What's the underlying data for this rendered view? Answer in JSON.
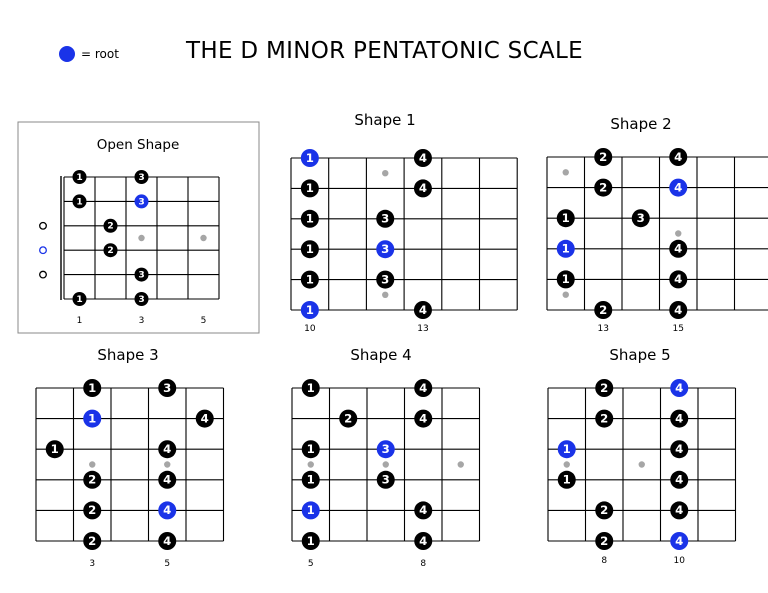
{
  "title": "THE D MINOR PENTATONIC SCALE",
  "legend": {
    "label": "= root",
    "root_color": "#1a33e8"
  },
  "colors": {
    "note": "#000000",
    "root": "#1a33e8",
    "marker": "#a6a6a6",
    "line": "#000000"
  },
  "diagrams": [
    {
      "id": "open-shape",
      "title": "Open Shape",
      "fret_labels": [
        {
          "fret": 1,
          "label": "1"
        },
        {
          "fret": 3,
          "label": "3"
        },
        {
          "fret": 5,
          "label": "5"
        }
      ],
      "open_strings": [
        {
          "string": 3,
          "root": false
        },
        {
          "string": 4,
          "root": true
        },
        {
          "string": 5,
          "root": false
        }
      ],
      "markers": [
        {
          "fret": 3,
          "between": 4
        },
        {
          "fret": 5,
          "between": 4
        }
      ],
      "notes": [
        {
          "string": 1,
          "fret": 1,
          "finger": "1",
          "root": false
        },
        {
          "string": 1,
          "fret": 3,
          "finger": "3",
          "root": false
        },
        {
          "string": 2,
          "fret": 1,
          "finger": "1",
          "root": false
        },
        {
          "string": 2,
          "fret": 3,
          "finger": "3",
          "root": true
        },
        {
          "string": 3,
          "fret": 2,
          "finger": "2",
          "root": false
        },
        {
          "string": 4,
          "fret": 2,
          "finger": "2",
          "root": false
        },
        {
          "string": 5,
          "fret": 3,
          "finger": "3",
          "root": false
        },
        {
          "string": 6,
          "fret": 1,
          "finger": "1",
          "root": false
        },
        {
          "string": 6,
          "fret": 3,
          "finger": "3",
          "root": false
        }
      ]
    },
    {
      "id": "shape-1",
      "title": "Shape 1",
      "fret_labels": [
        {
          "fret": 10,
          "label": "10"
        },
        {
          "fret": 13,
          "label": "13"
        }
      ],
      "open_strings": [],
      "markers": [
        {
          "fret": 12,
          "between": 2
        },
        {
          "fret": 12,
          "between": 6
        }
      ],
      "notes": [
        {
          "string": 1,
          "fret": 10,
          "finger": "1",
          "root": true
        },
        {
          "string": 1,
          "fret": 13,
          "finger": "4",
          "root": false
        },
        {
          "string": 2,
          "fret": 10,
          "finger": "1",
          "root": false
        },
        {
          "string": 2,
          "fret": 13,
          "finger": "4",
          "root": false
        },
        {
          "string": 3,
          "fret": 10,
          "finger": "1",
          "root": false
        },
        {
          "string": 3,
          "fret": 12,
          "finger": "3",
          "root": false
        },
        {
          "string": 4,
          "fret": 10,
          "finger": "1",
          "root": false
        },
        {
          "string": 4,
          "fret": 12,
          "finger": "3",
          "root": true
        },
        {
          "string": 5,
          "fret": 10,
          "finger": "1",
          "root": false
        },
        {
          "string": 5,
          "fret": 12,
          "finger": "3",
          "root": false
        },
        {
          "string": 6,
          "fret": 10,
          "finger": "1",
          "root": true
        },
        {
          "string": 6,
          "fret": 13,
          "finger": "4",
          "root": false
        }
      ]
    },
    {
      "id": "shape-2",
      "title": "Shape 2",
      "fret_labels": [
        {
          "fret": 13,
          "label": "13"
        },
        {
          "fret": 15,
          "label": "15"
        }
      ],
      "open_strings": [],
      "markers": [
        {
          "fret": 12,
          "between": 2
        },
        {
          "fret": 15,
          "between": 4
        },
        {
          "fret": 12,
          "between": 6
        }
      ],
      "notes": [
        {
          "string": 1,
          "fret": 13,
          "finger": "2",
          "root": false
        },
        {
          "string": 1,
          "fret": 15,
          "finger": "4",
          "root": false
        },
        {
          "string": 2,
          "fret": 13,
          "finger": "2",
          "root": false
        },
        {
          "string": 2,
          "fret": 15,
          "finger": "4",
          "root": true
        },
        {
          "string": 3,
          "fret": 12,
          "finger": "1",
          "root": false
        },
        {
          "string": 3,
          "fret": 14,
          "finger": "3",
          "root": false
        },
        {
          "string": 4,
          "fret": 12,
          "finger": "1",
          "root": true
        },
        {
          "string": 4,
          "fret": 15,
          "finger": "4",
          "root": false
        },
        {
          "string": 5,
          "fret": 12,
          "finger": "1",
          "root": false
        },
        {
          "string": 5,
          "fret": 15,
          "finger": "4",
          "root": false
        },
        {
          "string": 6,
          "fret": 13,
          "finger": "2",
          "root": false
        },
        {
          "string": 6,
          "fret": 15,
          "finger": "4",
          "root": false
        }
      ]
    },
    {
      "id": "shape-3",
      "title": "Shape 3",
      "fret_labels": [
        {
          "fret": 3,
          "label": "3"
        },
        {
          "fret": 5,
          "label": "5"
        }
      ],
      "open_strings": [],
      "markers": [
        {
          "fret": 3,
          "between": 4
        },
        {
          "fret": 5,
          "between": 4
        }
      ],
      "notes": [
        {
          "string": 1,
          "fret": 3,
          "finger": "1",
          "root": false
        },
        {
          "string": 1,
          "fret": 5,
          "finger": "3",
          "root": false
        },
        {
          "string": 2,
          "fret": 3,
          "finger": "1",
          "root": true
        },
        {
          "string": 2,
          "fret": 6,
          "finger": "4",
          "root": false
        },
        {
          "string": 3,
          "fret": 2,
          "finger": "1",
          "root": false
        },
        {
          "string": 3,
          "fret": 5,
          "finger": "4",
          "root": false
        },
        {
          "string": 4,
          "fret": 3,
          "finger": "2",
          "root": false
        },
        {
          "string": 4,
          "fret": 5,
          "finger": "4",
          "root": false
        },
        {
          "string": 5,
          "fret": 3,
          "finger": "2",
          "root": false
        },
        {
          "string": 5,
          "fret": 5,
          "finger": "4",
          "root": true
        },
        {
          "string": 6,
          "fret": 3,
          "finger": "2",
          "root": false
        },
        {
          "string": 6,
          "fret": 5,
          "finger": "4",
          "root": false
        }
      ]
    },
    {
      "id": "shape-4",
      "title": "Shape 4",
      "fret_labels": [
        {
          "fret": 5,
          "label": "5"
        },
        {
          "fret": 8,
          "label": "8"
        }
      ],
      "open_strings": [],
      "markers": [
        {
          "fret": 5,
          "between": 4
        },
        {
          "fret": 7,
          "between": 4
        },
        {
          "fret": 9,
          "between": 4
        }
      ],
      "notes": [
        {
          "string": 1,
          "fret": 5,
          "finger": "1",
          "root": false
        },
        {
          "string": 1,
          "fret": 8,
          "finger": "4",
          "root": false
        },
        {
          "string": 2,
          "fret": 6,
          "finger": "2",
          "root": false
        },
        {
          "string": 2,
          "fret": 8,
          "finger": "4",
          "root": false
        },
        {
          "string": 3,
          "fret": 5,
          "finger": "1",
          "root": false
        },
        {
          "string": 3,
          "fret": 7,
          "finger": "3",
          "root": true
        },
        {
          "string": 4,
          "fret": 5,
          "finger": "1",
          "root": false
        },
        {
          "string": 4,
          "fret": 7,
          "finger": "3",
          "root": false
        },
        {
          "string": 5,
          "fret": 5,
          "finger": "1",
          "root": true
        },
        {
          "string": 5,
          "fret": 8,
          "finger": "4",
          "root": false
        },
        {
          "string": 6,
          "fret": 5,
          "finger": "1",
          "root": false
        },
        {
          "string": 6,
          "fret": 8,
          "finger": "4",
          "root": false
        }
      ]
    },
    {
      "id": "shape-5",
      "title": "Shape 5",
      "fret_labels": [
        {
          "fret": 8,
          "label": "8"
        },
        {
          "fret": 10,
          "label": "10"
        }
      ],
      "open_strings": [],
      "markers": [
        {
          "fret": 7,
          "between": 4
        },
        {
          "fret": 9,
          "between": 4
        }
      ],
      "notes": [
        {
          "string": 1,
          "fret": 8,
          "finger": "2",
          "root": false
        },
        {
          "string": 1,
          "fret": 10,
          "finger": "4",
          "root": true
        },
        {
          "string": 2,
          "fret": 8,
          "finger": "2",
          "root": false
        },
        {
          "string": 2,
          "fret": 10,
          "finger": "4",
          "root": false
        },
        {
          "string": 3,
          "fret": 7,
          "finger": "1",
          "root": true
        },
        {
          "string": 3,
          "fret": 10,
          "finger": "4",
          "root": false
        },
        {
          "string": 4,
          "fret": 7,
          "finger": "1",
          "root": false
        },
        {
          "string": 4,
          "fret": 10,
          "finger": "4",
          "root": false
        },
        {
          "string": 5,
          "fret": 8,
          "finger": "2",
          "root": false
        },
        {
          "string": 5,
          "fret": 10,
          "finger": "4",
          "root": false
        },
        {
          "string": 6,
          "fret": 8,
          "finger": "2",
          "root": false
        },
        {
          "string": 6,
          "fret": 10,
          "finger": "4",
          "root": true
        }
      ]
    }
  ]
}
